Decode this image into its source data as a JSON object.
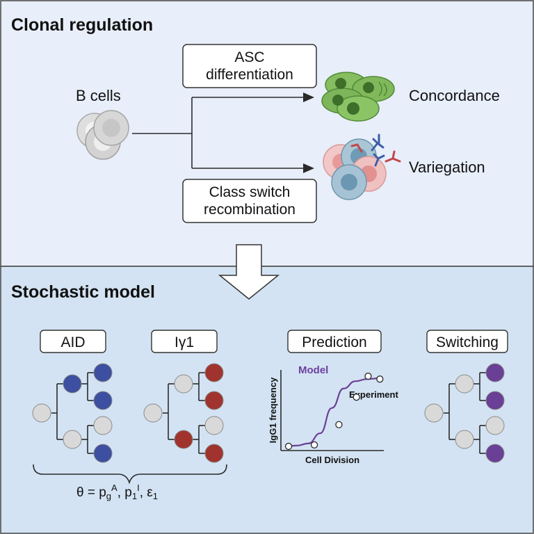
{
  "top_panel": {
    "title": "Clonal regulation",
    "source_label": "B cells",
    "box_top": {
      "line1": "ASC",
      "line2": "differentiation"
    },
    "box_bottom": {
      "line1": "Class switch",
      "line2": "recombination"
    },
    "outcome_top": "Concordance",
    "outcome_bottom": "Variegation"
  },
  "bottom_panel": {
    "title": "Stochastic model",
    "trees": [
      {
        "label": "AID",
        "color": "#3d4fa0"
      },
      {
        "label": "Iγ1",
        "color": "#a0332d"
      },
      {
        "label": "Switching",
        "color": "#6a3f96"
      }
    ],
    "prediction": {
      "label": "Prediction",
      "model_label": "Model",
      "experiment_label": "Experiment",
      "xlabel": "Cell Division",
      "ylabel": "IgG1 frequency"
    },
    "formula": {
      "lead": "θ = p",
      "sub_g": "g",
      "sup_A": "A",
      "mid": ", p",
      "sub_1": "1",
      "sup_I": "I",
      "tail": ", ε",
      "sub_eps": "1"
    }
  },
  "colors": {
    "top_bg": "#e8eefa",
    "bottom_bg": "#d3e3f3",
    "node_grey": "#d9d9d9",
    "green": "#7db55a",
    "purple": "#6a3f96"
  },
  "chart_data": {
    "type": "scatter",
    "title": "Prediction",
    "xlabel": "Cell Division",
    "ylabel": "IgG1 frequency",
    "series": [
      {
        "name": "Model",
        "kind": "line",
        "x": [
          0,
          1,
          2,
          3,
          4,
          5,
          6,
          7,
          8
        ],
        "y": [
          0.02,
          0.03,
          0.06,
          0.2,
          0.55,
          0.82,
          0.92,
          0.95,
          0.96
        ]
      },
      {
        "name": "Experiment",
        "kind": "points",
        "x": [
          0.3,
          2.5,
          4.6,
          6.1,
          7.1,
          8.1
        ],
        "y": [
          0.02,
          0.04,
          0.32,
          0.7,
          0.99,
          0.95
        ]
      }
    ],
    "grid": false
  }
}
